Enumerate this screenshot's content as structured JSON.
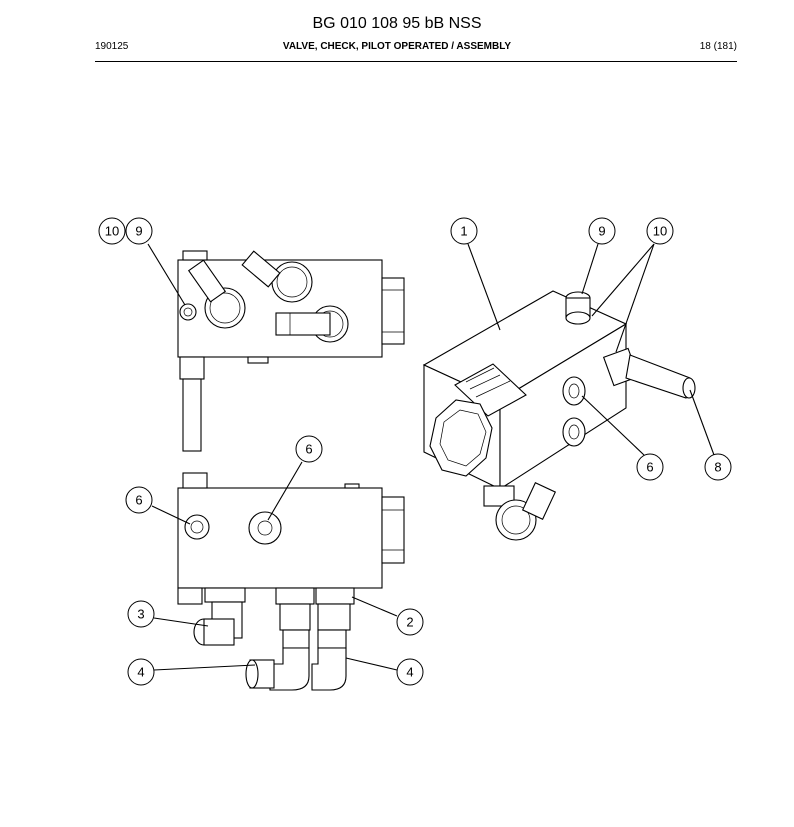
{
  "header": {
    "title": "BG 010 108 95 bB NSS",
    "doc_number": "190125",
    "subtitle": "VALVE, CHECK, PILOT OPERATED / ASSEMBLY",
    "page": "18 (181)"
  },
  "callouts": {
    "c10a": "10",
    "c9a": "9",
    "c1": "1",
    "c9b": "9",
    "c10b": "10",
    "c6a": "6",
    "c8": "8",
    "c6b": "6",
    "c6c": "6",
    "c3": "3",
    "c2": "2",
    "c4a": "4",
    "c4b": "4"
  }
}
